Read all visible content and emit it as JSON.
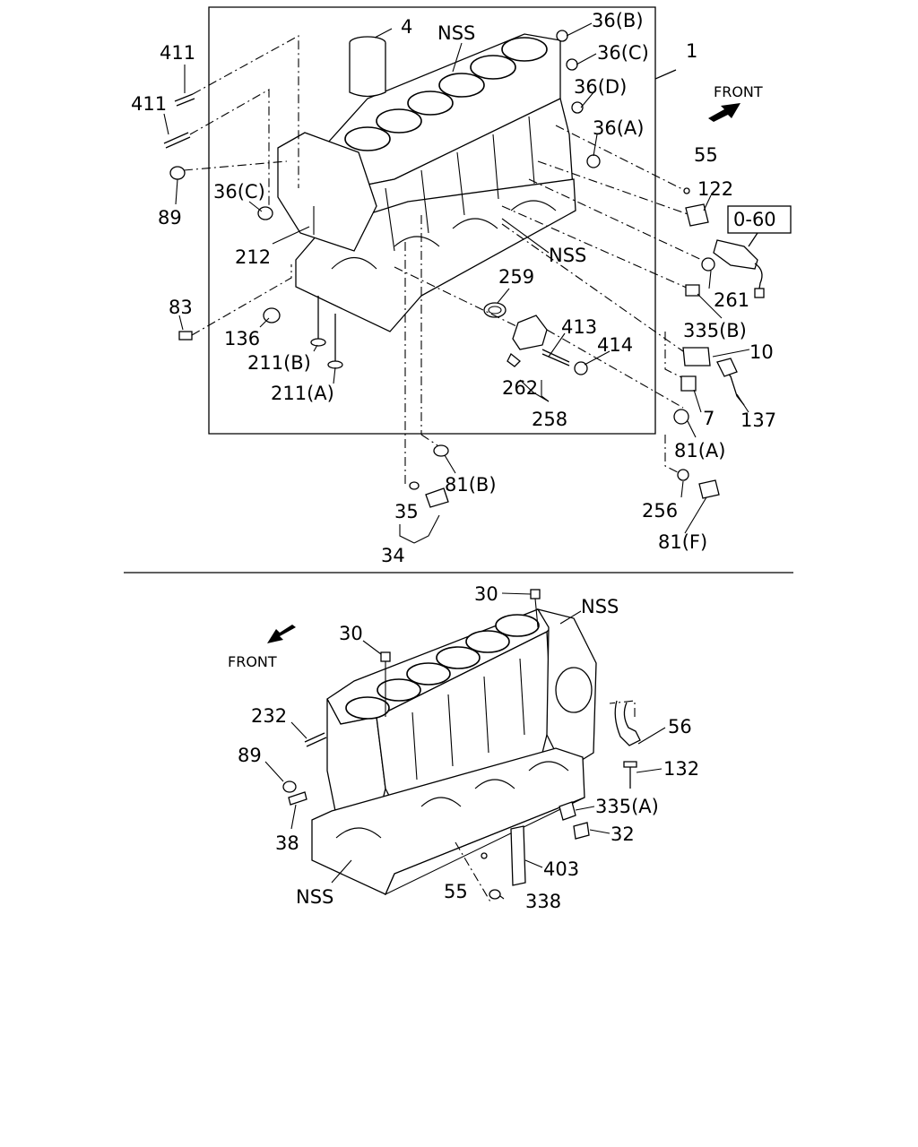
{
  "top": {
    "labels": {
      "l1": "1",
      "l4": "4",
      "nss1": "NSS",
      "l36b": "36(B)",
      "l36c_top": "36(C)",
      "l36d": "36(D)",
      "l36a": "36(A)",
      "l411a": "411",
      "l411b": "411",
      "l89": "89",
      "l36c_left": "36(C)",
      "l212": "212",
      "l83": "83",
      "l136": "136",
      "l211b": "211(B)",
      "l211a": "211(A)",
      "l55": "55",
      "l122": "122",
      "ref060": "0-60",
      "nss2": "NSS",
      "l261": "261",
      "l259": "259",
      "l413": "413",
      "l414": "414",
      "l335b": "335(B)",
      "l10": "10",
      "l262": "262",
      "l258": "258",
      "l7": "7",
      "l137": "137",
      "l81a": "81(A)",
      "l81b": "81(B)",
      "l35": "35",
      "l34": "34",
      "l256": "256",
      "l81f": "81(F)"
    },
    "front": "FRONT"
  },
  "bottom": {
    "labels": {
      "l30a": "30",
      "nss3": "NSS",
      "l30b": "30",
      "l232": "232",
      "l89": "89",
      "l38": "38",
      "l56": "56",
      "l132": "132",
      "l335a": "335(A)",
      "l32": "32",
      "l403": "403",
      "l55": "55",
      "l338": "338",
      "nss4": "NSS"
    },
    "front": "FRONT"
  }
}
